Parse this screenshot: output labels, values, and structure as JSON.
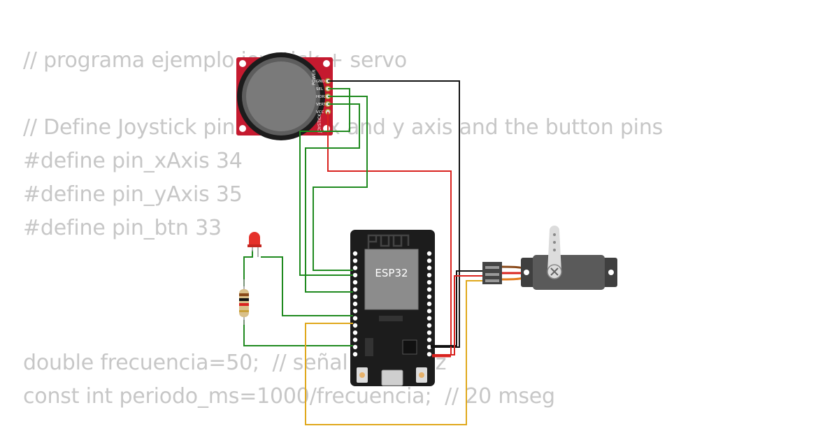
{
  "code": {
    "line1": "// programa ejemplo joystick + servo",
    "line2": "// Define Joystick pins for the x and y axis and the button pins",
    "line3": "#define pin_xAxis 34",
    "line4": "#define pin_yAxis 35",
    "line5": "#define pin_btn 33",
    "line6": "double frecuencia=50;  // señal de 50 Hz",
    "line7": "const int periodo_ms=1000/frecuencia;  // 20 mseg"
  },
  "components": {
    "mcu_label": "ESP32",
    "joystick_pin_labels": [
      "GND",
      "SEL",
      "HORZ",
      "VERT",
      "VCC"
    ],
    "joystick_side_labels": [
      "POWER",
      "JOYSTICK"
    ]
  },
  "colors": {
    "wire_black": "#111111",
    "wire_red": "#d9231f",
    "wire_green": "#1f8a1f",
    "wire_yellow": "#e0a81c",
    "wire_orange": "#e27a1b",
    "wire_brown": "#8a4a1a",
    "board_red": "#c51a2f",
    "esp_board": "#1c1c1c",
    "servo_body": "#5a5a5a"
  }
}
